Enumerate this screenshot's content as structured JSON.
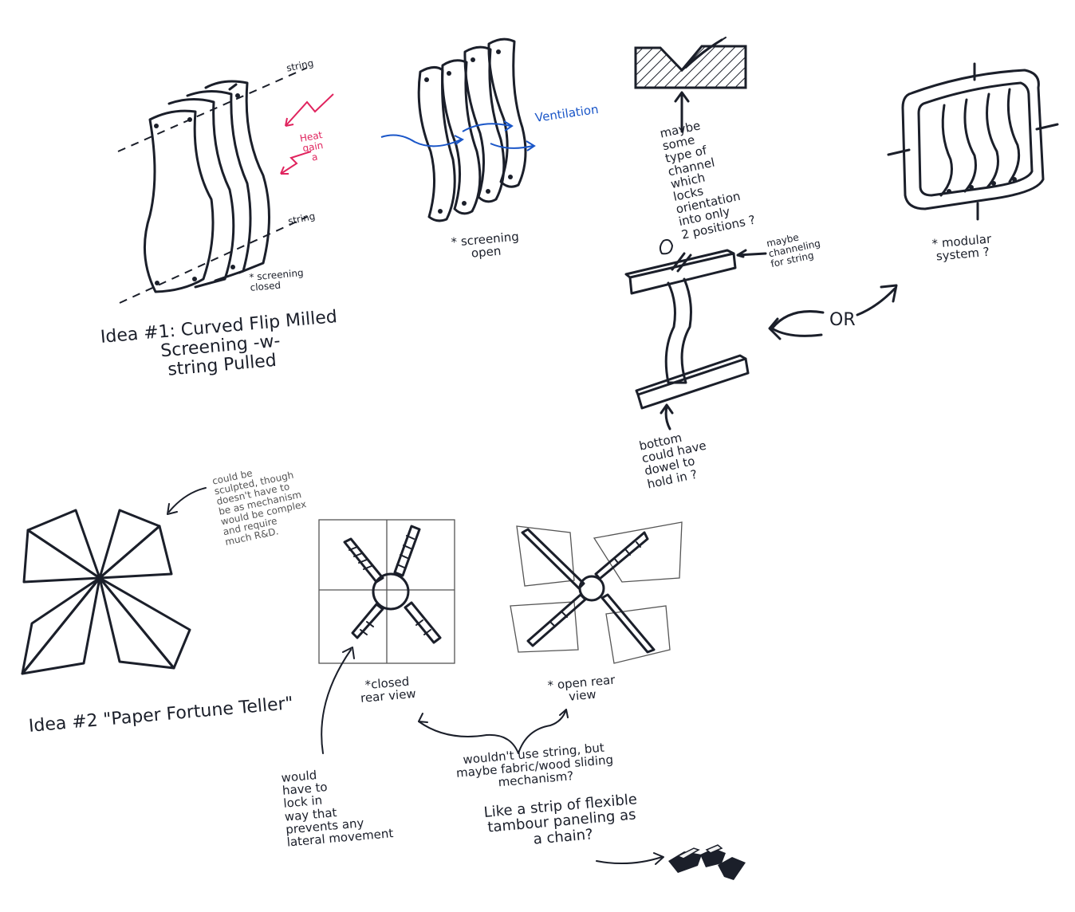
{
  "colors": {
    "ink": "#1b1f2a",
    "red": "#e0245e",
    "blue": "#1a56c8",
    "pencil": "#555555"
  },
  "idea1": {
    "title": "Idea #1: Curved Flip Milled\nScreening -w-\nstring Pulled",
    "string_top": "string",
    "string_bottom": "string",
    "heat_gain": "Heat\ngain\na",
    "closed_note": "* screening\nclosed",
    "ventilation": "Ventilation",
    "open_note": "* screening\nopen"
  },
  "detail": {
    "channel_note": "maybe\nsome\ntype of\nchannel\nwhich\nlocks\norientation\ninto only\n2 positions ?",
    "string_channel_note": "maybe\nchanneling\nfor string",
    "or_label": "OR",
    "bottom_note": "bottom\ncould have\ndowel to\nhold in ?",
    "modular_note": "* modular\nsystem ?"
  },
  "idea2": {
    "title": "Idea #2 \"Paper Fortune Teller\"",
    "sculpted_note": "could be\nsculpted, though\ndoesn't have to\nbe as mechanism\nwould be complex\nand require\nmuch R&D.",
    "closed_view": "*closed\nrear view",
    "open_view": "* open rear\nview",
    "lock_note": "would\nhave to\nlock in\nway that\nprevents any\nlateral movement",
    "string_note": "wouldn't use string, but\nmaybe fabric/wood sliding\nmechanism?",
    "tambour_note": "Like a strip of flexible\ntambour paneling as\na chain?"
  }
}
